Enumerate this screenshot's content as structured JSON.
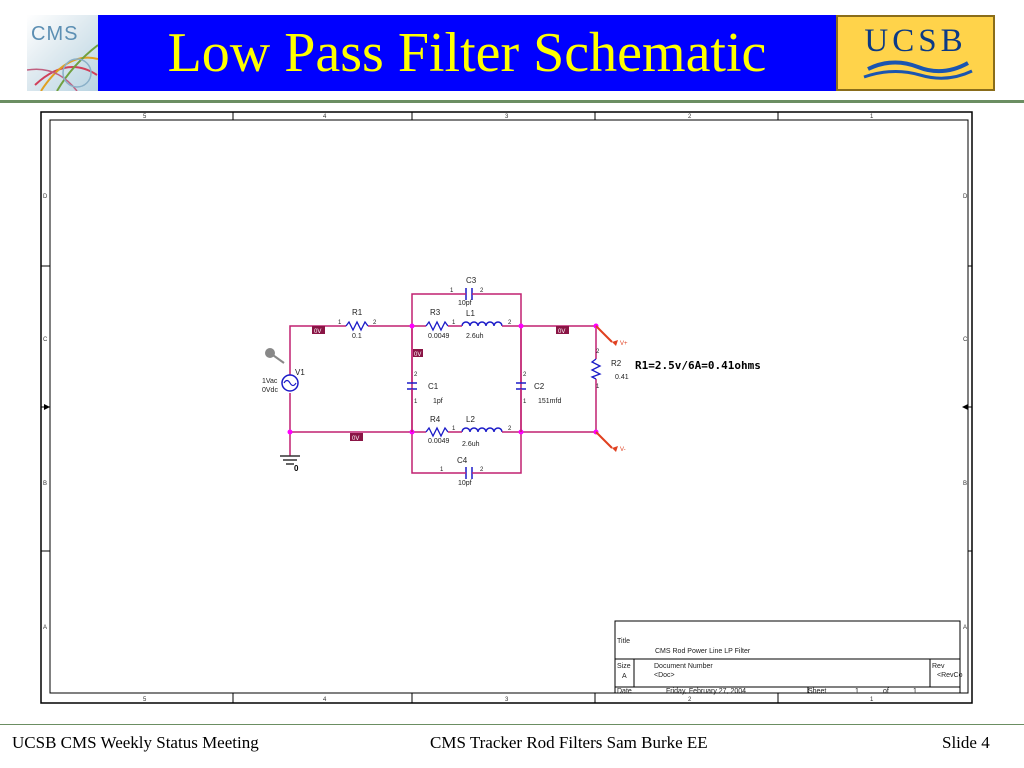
{
  "header": {
    "title": "Low Pass Filter Schematic",
    "left_logo": "CMS",
    "right_logo": "UCSB"
  },
  "colors": {
    "header_bg": "#0000ff",
    "title_text": "#ffff00",
    "wire": "#c02070",
    "component": "#1a1ac8",
    "junction": "#ff00ff",
    "probe": "#e04020"
  },
  "schematic": {
    "border_columns": [
      "5",
      "4",
      "3",
      "2",
      "1"
    ],
    "border_rows": [
      "D",
      "C",
      "B",
      "A"
    ],
    "source": {
      "ref": "V1",
      "ac": "1Vac",
      "dc": "0Vdc",
      "ground": "0"
    },
    "components": {
      "r1": {
        "ref": "R1",
        "value": "0.1"
      },
      "r2": {
        "ref": "R2",
        "value": "0.41"
      },
      "r3": {
        "ref": "R3",
        "value": "0.0049"
      },
      "r4": {
        "ref": "R4",
        "value": "0.0049"
      },
      "l1": {
        "ref": "L1",
        "value": "2.6uh"
      },
      "l2": {
        "ref": "L2",
        "value": "2.6uh"
      },
      "c1": {
        "ref": "C1",
        "value": "1pf"
      },
      "c2": {
        "ref": "C2",
        "value": "151mfd"
      },
      "c3": {
        "ref": "C3",
        "value": "10pf"
      },
      "c4": {
        "ref": "C4",
        "value": "10pf"
      }
    },
    "pins": {
      "p1": "1",
      "p2": "2"
    },
    "voltage_marker": "0V",
    "probe_plus": "V+",
    "probe_minus": "V-",
    "annotation": "R1=2.5v/6A=0.41ohms",
    "title_block": {
      "title_label": "Title",
      "title_value": "CMS Rod Power Line LP Filter",
      "size_label": "Size",
      "size_value": "A",
      "doc_label": "Document Number",
      "doc_value": "<Doc>",
      "rev_label": "Rev",
      "rev_value": "<RevCo",
      "date_label": "Date",
      "date_value": "Friday, February 27, 2004",
      "sheet_label": "Sheet",
      "sheet_value": "1",
      "of_label": "of",
      "of_value": "1"
    }
  },
  "footer": {
    "left": "UCSB CMS Weekly Status Meeting",
    "center": "CMS Tracker Rod Filters  Sam Burke EE",
    "right": "Slide 4"
  }
}
